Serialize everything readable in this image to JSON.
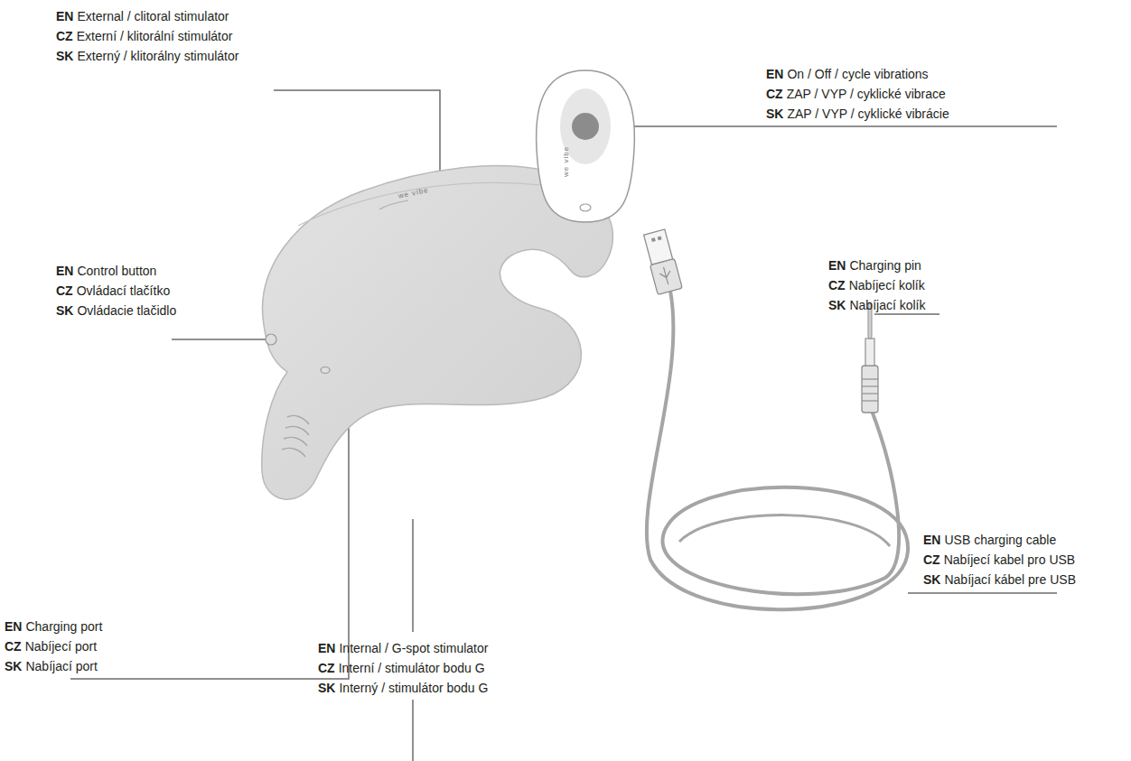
{
  "diagram": {
    "labels": [
      "EN",
      "External / clitoral stimulator",
      "CZ",
      "Externí / klitorální stimulátor",
      "SK",
      "Externý / klitorálny stimulátor",
      "EN",
      "On / Off / cycle vibrations",
      "CZ",
      "ZAP / VYP / cyklické vibrace",
      "SK",
      "ZAP / VYP / cyklické vibrácie",
      "EN",
      "Control button",
      "CZ",
      "Ovládací tlačítko",
      "SK",
      "Ovládacie tlačidlo",
      "EN",
      "Charging pin",
      "CZ",
      "Nabíjecí kolík",
      "SK",
      "Nabíjací kolík",
      "EN",
      "USB charging cable",
      "CZ",
      "Nabíjecí kabel pro USB",
      "SK",
      "Nabíjací kábel pre USB",
      "EN",
      "Charging port",
      "CZ",
      "Nabíjecí port",
      "SK",
      "Nabíjací port",
      "EN",
      "Internal / G-spot stimulator",
      "CZ",
      "Interní / stimulátor bodu G",
      "SK",
      "Interný / stimulátor bodu G",
      "we vibe",
      "we vibe"
    ]
  }
}
